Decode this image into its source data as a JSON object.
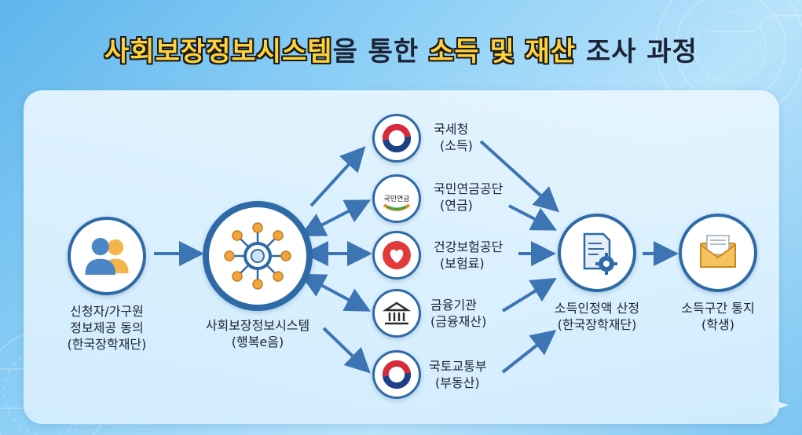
{
  "title": {
    "part1": "사회보장정보시스템",
    "part2": "을 통한 ",
    "part3": "소득 및 재산",
    "part4": " 조사 과정"
  },
  "applicant": {
    "line1": "신청자/가구원",
    "line2": "정보제공 동의",
    "line3": "(한국장학재단)"
  },
  "system": {
    "line1": "사회보장정보시스템",
    "line2": "(행복e음)"
  },
  "sources": [
    {
      "name": "국세청",
      "sub": "(소득)"
    },
    {
      "name": "국민연금공단",
      "sub": "(연금)",
      "logo_text": "국민연금"
    },
    {
      "name": "건강보험공단",
      "sub": "(보험료)"
    },
    {
      "name": "금융기관",
      "sub": "(금융재산)"
    },
    {
      "name": "국토교통부",
      "sub": "(부동산)"
    }
  ],
  "calc": {
    "line1": "소득인정액 산정",
    "line2": "(한국장학재단)"
  },
  "notice": {
    "line1": "소득구간 통지",
    "line2": "(학생)"
  },
  "icons": {
    "applicant": "people-icon",
    "system": "network-hub-icon",
    "source_0": "taegeuk-emblem-icon",
    "source_1": "pension-logo-icon",
    "source_2": "heart-cross-icon",
    "source_3": "bank-building-icon",
    "source_4": "taegeuk-emblem-icon",
    "calc": "document-gear-icon",
    "notice": "envelope-icon"
  },
  "colors": {
    "accent": "#2e6aa7",
    "arrow": "#3c74b4",
    "title_highlight": "#ffd23c",
    "title_dark": "#1d2336"
  }
}
